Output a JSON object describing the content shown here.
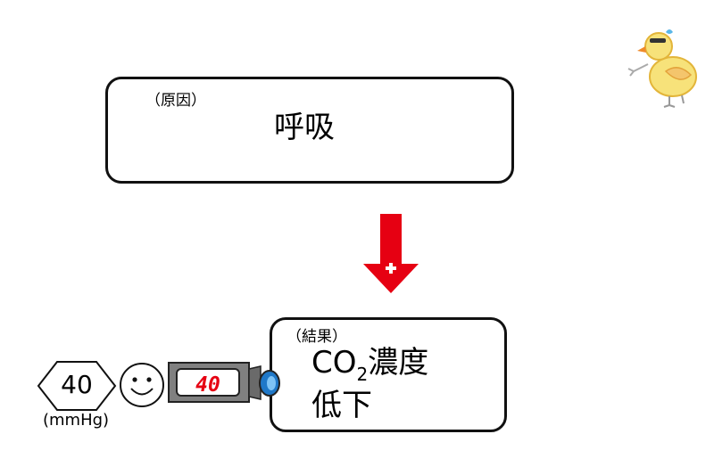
{
  "cause": {
    "tag": "（原因）",
    "text": "呼吸"
  },
  "result": {
    "tag": "（結果）",
    "line1_main": "CO",
    "line1_sub": "2",
    "line1_rest": "濃度",
    "line2": "低下"
  },
  "arrow": {
    "sign": "+",
    "color": "#e60012",
    "direction": "down"
  },
  "gauge": {
    "value": "40",
    "unit": "(mmHg)",
    "display_value": "40",
    "display_color": "#e60012"
  },
  "face": {
    "expression": "smile"
  },
  "decoration": {
    "mascot": "chick-doodle"
  }
}
